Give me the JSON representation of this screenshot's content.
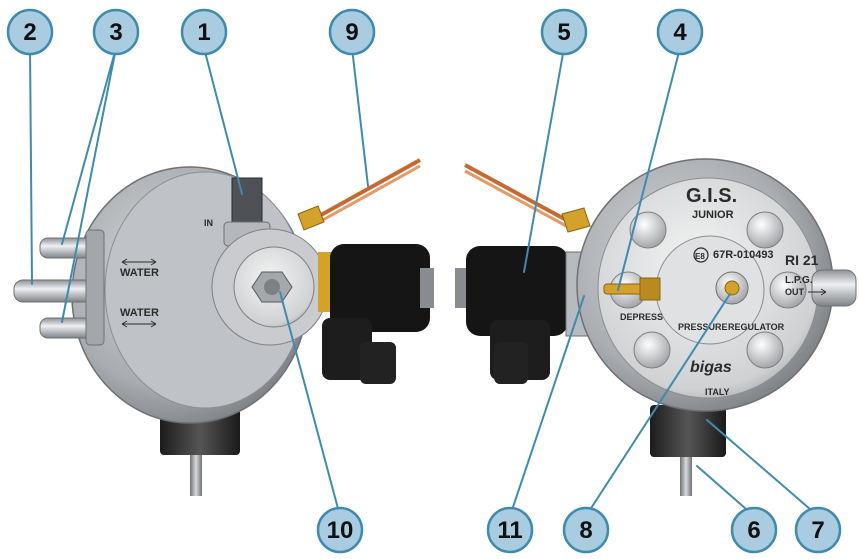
{
  "colors": {
    "callout_fill": "#aacce0",
    "callout_stroke": "#3f8bb0",
    "leader": "#3f8bb0",
    "body_metal": "#b9bcc0",
    "solenoid": "#111111",
    "brass": "#d4a12a",
    "copper_tube": "#d9824a"
  },
  "callouts": [
    {
      "id": "c2",
      "label": "2"
    },
    {
      "id": "c3",
      "label": "3"
    },
    {
      "id": "c1",
      "label": "1"
    },
    {
      "id": "c9",
      "label": "9"
    },
    {
      "id": "c5",
      "label": "5"
    },
    {
      "id": "c4",
      "label": "4"
    },
    {
      "id": "c10",
      "label": "10"
    },
    {
      "id": "c11",
      "label": "11"
    },
    {
      "id": "c8",
      "label": "8"
    },
    {
      "id": "c6",
      "label": "6"
    },
    {
      "id": "c7",
      "label": "7"
    }
  ],
  "left_view": {
    "water_top": "WATER",
    "water_bottom": "WATER",
    "inlet_mark": "IN"
  },
  "right_view": {
    "brand": "G.I.S.",
    "model": "JUNIOR",
    "code": "67R-010493",
    "type_mark": "RI 21",
    "lpg": "L.P.G.",
    "out_mark": "OUT",
    "depress": "DEPRESS",
    "pressure": "PRESSURE",
    "regulator": "REGULATOR",
    "maker": "bigas",
    "country": "ITALY",
    "approval_mark": "E8"
  }
}
